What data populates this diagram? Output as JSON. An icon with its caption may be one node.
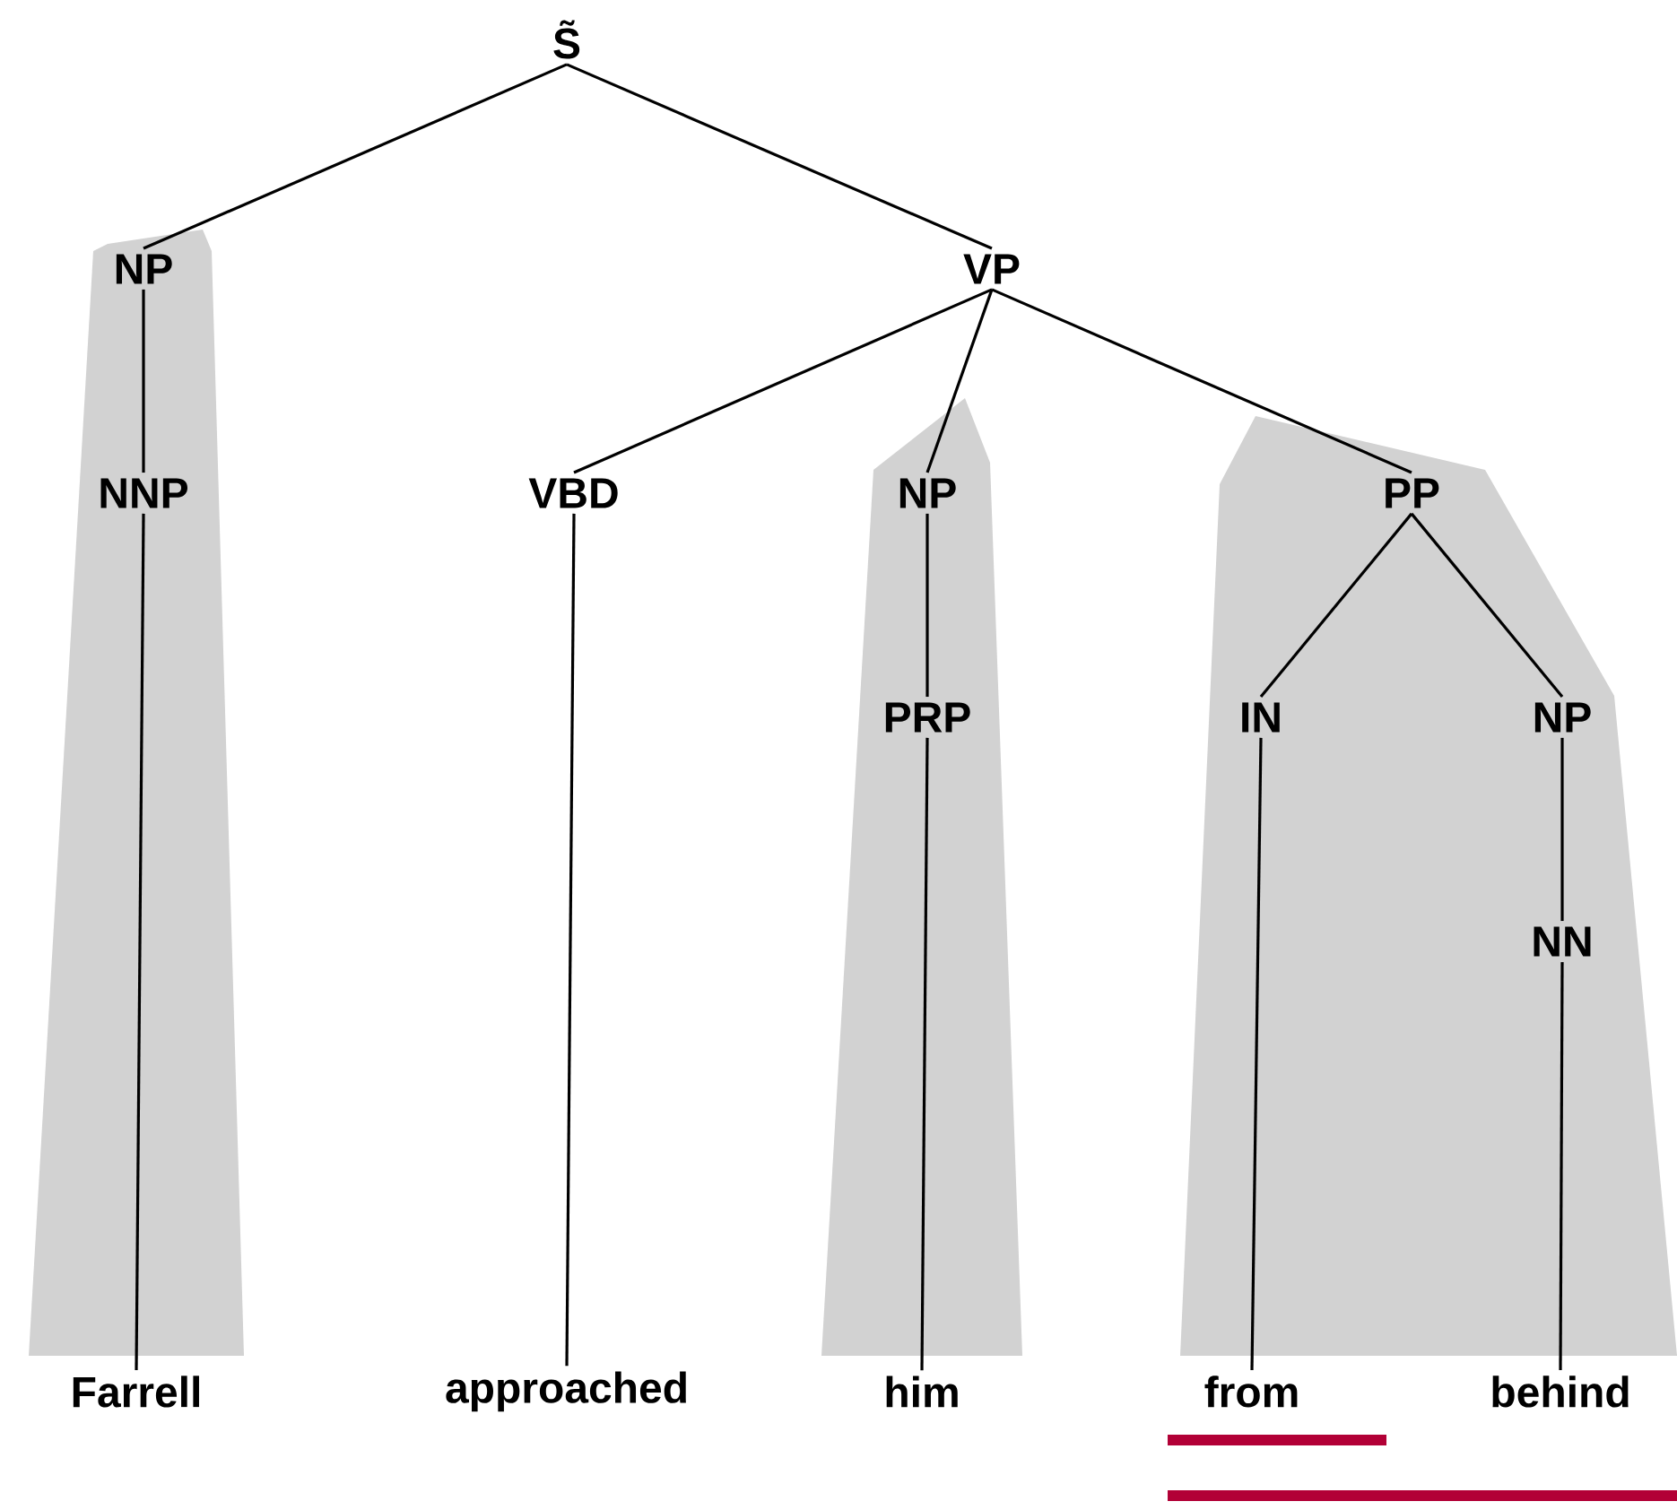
{
  "diagram": {
    "nodes": [
      {
        "text": [
          "S̃"
        ]
      },
      {
        "text": [
          "NP"
        ]
      },
      {
        "text": [
          "VP"
        ]
      },
      {
        "text": [
          "NNP"
        ]
      },
      {
        "text": [
          "VBD"
        ]
      },
      {
        "text": [
          "NP"
        ]
      },
      {
        "text": [
          "PP"
        ]
      },
      {
        "text": [
          "PRP"
        ]
      },
      {
        "text": [
          "IN"
        ]
      },
      {
        "text": [
          "NP"
        ]
      },
      {
        "text": [
          "NN"
        ]
      },
      {
        "text": [
          "Farrell"
        ]
      },
      {
        "text": [
          "approached"
        ]
      },
      {
        "text": [
          "him"
        ]
      },
      {
        "text": [
          "from"
        ]
      },
      {
        "text": [
          "behind"
        ]
      }
    ],
    "edges": [
      {
        "from": 0,
        "to": 1,
        "arrow": "none"
      },
      {
        "from": 0,
        "to": 2,
        "arrow": "none"
      },
      {
        "from": 1,
        "to": 3,
        "arrow": "none"
      },
      {
        "from": 3,
        "to": 11,
        "arrow": "none"
      },
      {
        "from": 2,
        "to": 4,
        "arrow": "none"
      },
      {
        "from": 2,
        "to": 5,
        "arrow": "none"
      },
      {
        "from": 2,
        "to": 6,
        "arrow": "none"
      },
      {
        "from": 4,
        "to": 12,
        "arrow": "none"
      },
      {
        "from": 5,
        "to": 7,
        "arrow": "none"
      },
      {
        "from": 7,
        "to": 13,
        "arrow": "none"
      },
      {
        "from": 6,
        "to": 8,
        "arrow": "none"
      },
      {
        "from": 6,
        "to": 9,
        "arrow": "none"
      },
      {
        "from": 8,
        "to": 14,
        "arrow": "none"
      },
      {
        "from": 9,
        "to": 10,
        "arrow": "none"
      },
      {
        "from": 10,
        "to": 15,
        "arrow": "none"
      }
    ]
  }
}
